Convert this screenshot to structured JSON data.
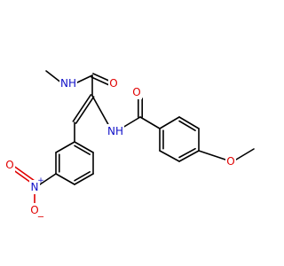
{
  "molecule": {
    "colors": {
      "bond": "#000000",
      "oxygen": "#e00000",
      "nitrogen": "#1010c8"
    },
    "labels": {
      "amide_nh_top": "NH",
      "amide_o_top": "O",
      "amide_nh_mid": "NH",
      "amide_o_right": "O",
      "methoxy_o": "O",
      "nitro_n": "N",
      "nitro_plus": "+",
      "nitro_o_double": "O",
      "nitro_o_single": "O",
      "nitro_minus": "−"
    }
  }
}
